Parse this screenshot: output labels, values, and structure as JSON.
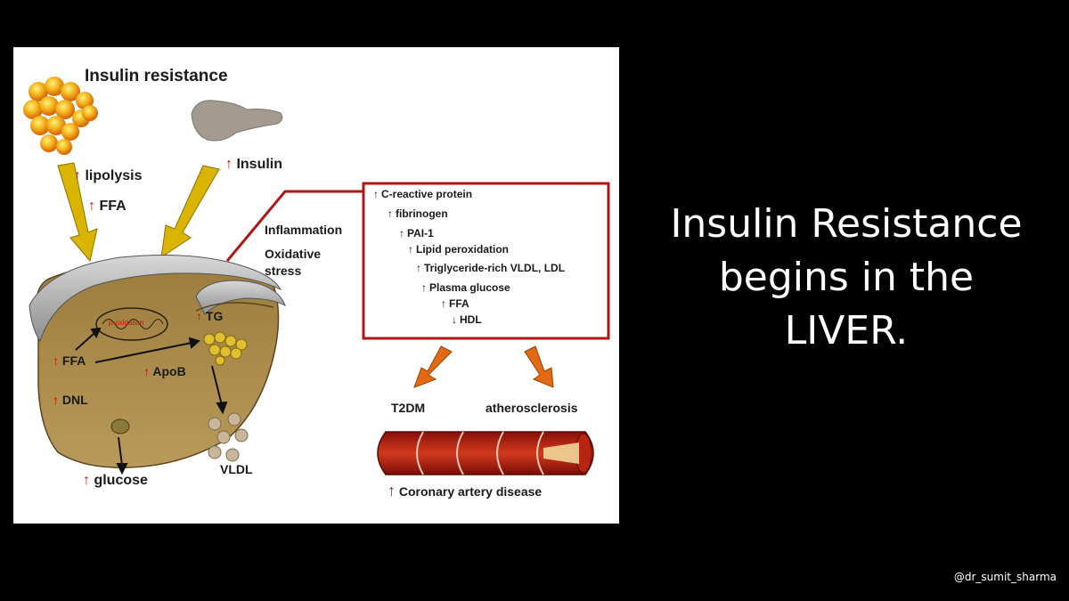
{
  "diagram": {
    "title": "Insulin resistance",
    "labels": {
      "lipolysis": "lipolysis",
      "ffa_top": "FFA",
      "insulin": "Insulin",
      "inflammation": "Inflammation",
      "oxidative": "Oxidative",
      "stress": "stress",
      "beta_oxidation": "β-oxidation",
      "tg": "TG",
      "ffa_liver": "FFA",
      "apob": "ApoB",
      "dnl": "DNL",
      "glucose": "glucose",
      "vldl": "VLDL",
      "t2dm": "T2DM",
      "atherosclerosis": "atherosclerosis",
      "cad": "Coronary artery disease"
    },
    "markers": [
      {
        "arrow": "↑",
        "text": "C-reactive protein"
      },
      {
        "arrow": "↑",
        "text": "fibrinogen"
      },
      {
        "arrow": "↑",
        "text": "PAI-1"
      },
      {
        "arrow": "↑",
        "text": "Lipid peroxidation"
      },
      {
        "arrow": "↑",
        "text": "Triglyceride-rich VLDL, LDL"
      },
      {
        "arrow": "↑",
        "text": "Plasma glucose"
      },
      {
        "arrow": "↑",
        "text": "FFA"
      },
      {
        "arrow": "↓",
        "text": "HDL"
      }
    ],
    "colors": {
      "up_arrow": "#c0120c",
      "box_border": "#b01515",
      "liver": "#a88a4a",
      "yellow_arrow": "#d9b400",
      "orange_arrow": "#e36a12"
    }
  },
  "slide": {
    "line1": "Insulin Resistance",
    "line2": "begins in the",
    "line3": "LIVER.",
    "handle": "@dr_sumit_sharma"
  }
}
